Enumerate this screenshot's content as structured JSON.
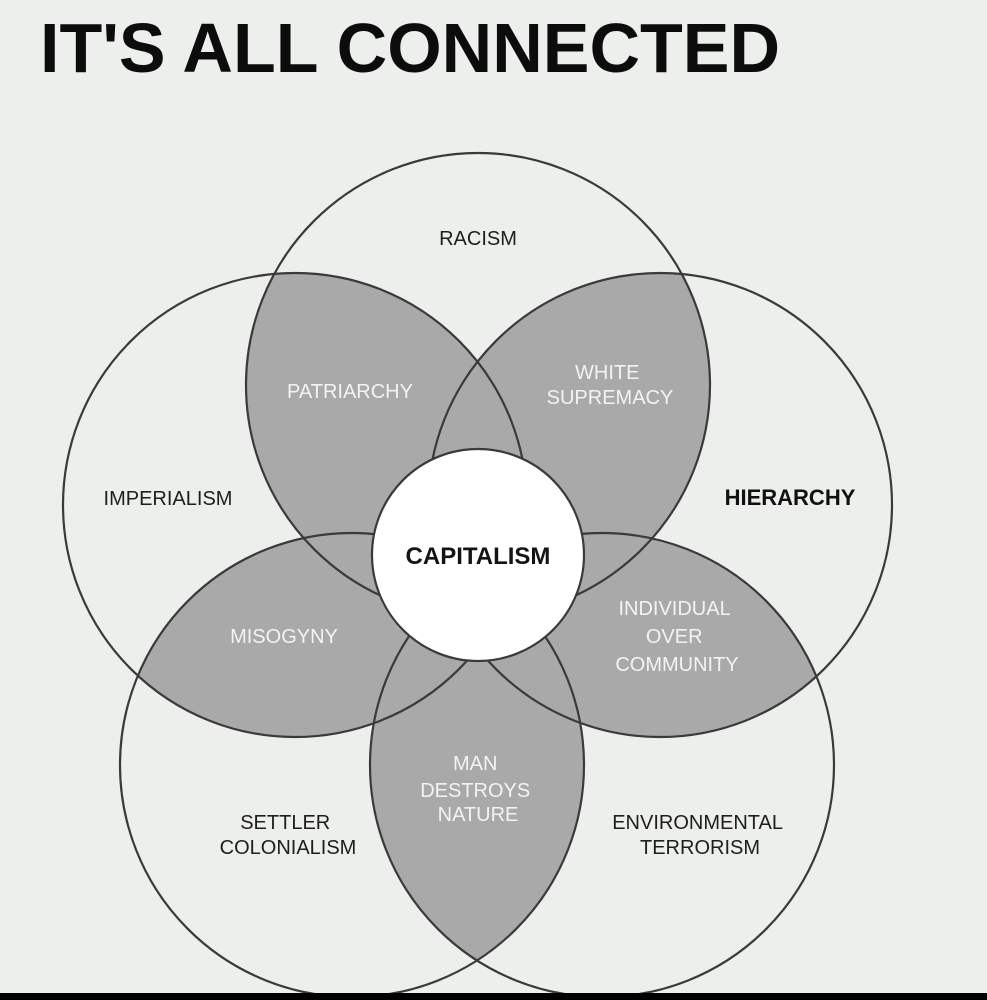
{
  "title": "IT'S ALL CONNECTED",
  "colors": {
    "background": "#ecefeb",
    "petal_fill": "#a9a9a9",
    "circle_stroke": "#3a3a3a",
    "center_fill": "#ffffff",
    "light_text": "#f3f3f3",
    "dark_text": "#1e1e1e"
  },
  "circles": {
    "racism": "RACISM",
    "imperialism": "IMPERIALISM",
    "hierarchy": "HIERARCHY",
    "settler_colonialism": [
      "SETTLER",
      "COLONIALISM"
    ],
    "environmental_terrorism": [
      "ENVIRONMENTAL",
      "TERRORISM"
    ]
  },
  "intersections": {
    "patriarchy": "PATRIARCHY",
    "white_supremacy": [
      "WHITE",
      "SUPREMACY"
    ],
    "misogyny": "MISOGYNY",
    "individual_over_community": [
      "INDIVIDUAL",
      "OVER",
      "COMMUNITY"
    ],
    "man_destroys_nature": [
      "MAN",
      "DESTROYS",
      "NATURE"
    ]
  },
  "center": "CAPITALISM"
}
